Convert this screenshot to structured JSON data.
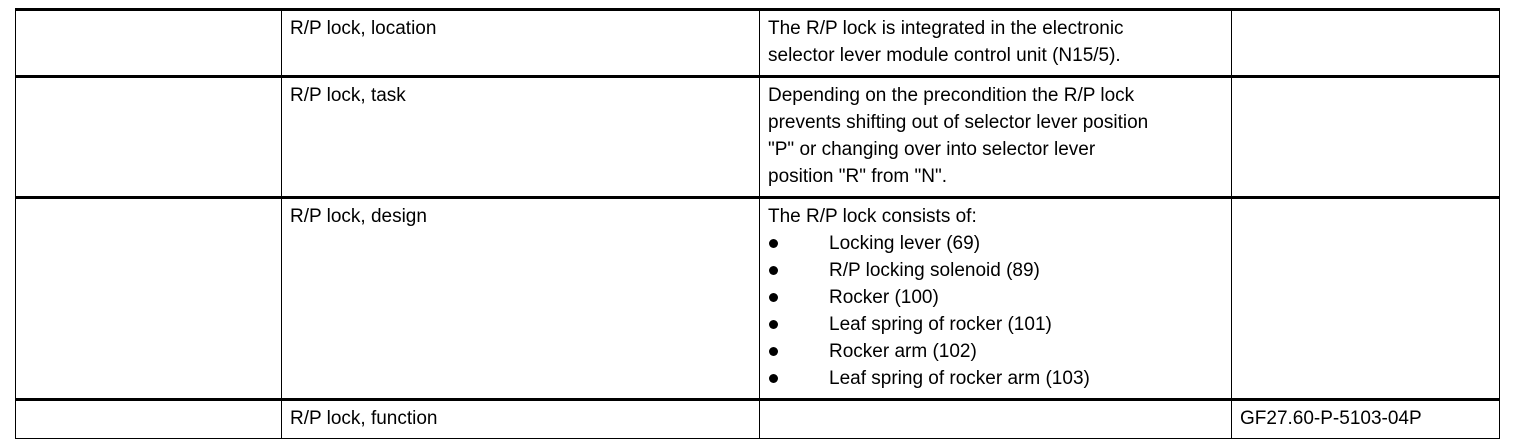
{
  "table": {
    "columns": [
      "",
      "topic",
      "description",
      "reference"
    ],
    "rows": [
      {
        "col_a": "",
        "topic": "R/P lock, location",
        "description": "The R/P lock is integrated in the electronic\nselector lever module control unit (N15/5).",
        "bullets": [],
        "reference": ""
      },
      {
        "col_a": "",
        "topic": "R/P lock, task",
        "description": "Depending on the precondition the R/P lock\nprevents shifting out of selector lever position\n\"P\" or changing over into selector lever\nposition \"R\" from \"N\".",
        "bullets": [],
        "reference": ""
      },
      {
        "col_a": "",
        "topic": "R/P lock, design",
        "description": "The R/P lock consists of:",
        "bullets": [
          "Locking lever (69)",
          "R/P locking solenoid (89)",
          "Rocker (100)",
          "Leaf spring of rocker (101)",
          "Rocker arm (102)",
          "Leaf spring of rocker arm (103)"
        ],
        "reference": ""
      },
      {
        "col_a": "",
        "topic": "R/P lock, function",
        "description": "",
        "bullets": [],
        "reference": "GF27.60-P-5103-04P"
      }
    ]
  },
  "colors": {
    "border": "#000000",
    "text": "#000000",
    "background": "#ffffff"
  }
}
